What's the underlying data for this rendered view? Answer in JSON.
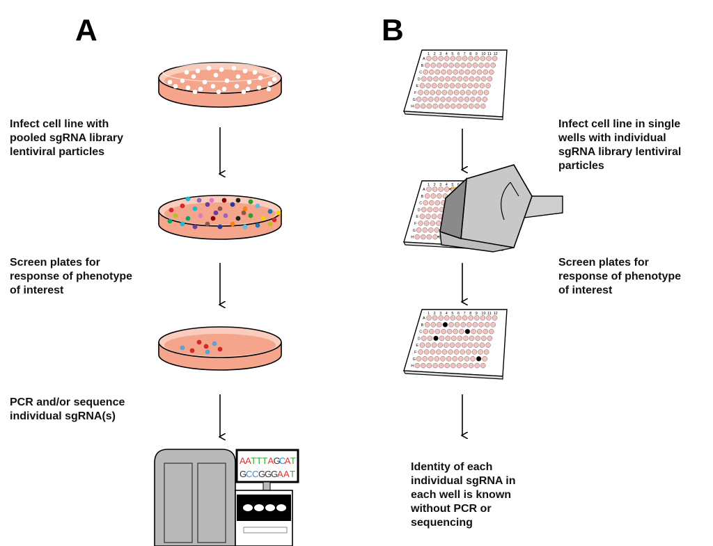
{
  "panels": {
    "A": {
      "letter": "A",
      "steps": [
        "Infect cell line with\npooled sgRNA library\nlentiviral particles",
        "Screen plates for\nresponse of phenotype\nof interest",
        "PCR and/or sequence\nindividual sgRNA(s)"
      ],
      "sequencer_screen": {
        "line1": [
          "A",
          "A",
          "T",
          "T",
          "T",
          "A",
          "G",
          "C",
          "A",
          "T"
        ],
        "line2": [
          "G",
          "C",
          "C",
          "G",
          "G",
          "G",
          "A",
          "A",
          "T"
        ]
      }
    },
    "B": {
      "letter": "B",
      "steps": [
        "Infect cell line in single\nwells with individual\nsgRNA library lentiviral\nparticles",
        "Screen plates for\nresponse of phenotype\nof interest",
        "Identity of each\nindividual sgRNA in\neach well is known\nwithout PCR or\nsequencing"
      ],
      "plate": {
        "column_labels": [
          "1",
          "2",
          "3",
          "4",
          "5",
          "6",
          "7",
          "8",
          "9",
          "10",
          "11",
          "12"
        ],
        "row_labels": [
          "A",
          "B",
          "C",
          "D",
          "E",
          "F",
          "G",
          "H"
        ]
      }
    }
  },
  "colors": {
    "dish_fill": "#f4a58c",
    "dish_rim": "#f8cdbd",
    "well_fill": "#f2c4c0",
    "dye": "#e8b830",
    "nucleotide_A": "#e03030",
    "nucleotide_T": "#3aaa3a",
    "nucleotide_G": "#333333",
    "nucleotide_C": "#3a8ad8"
  }
}
